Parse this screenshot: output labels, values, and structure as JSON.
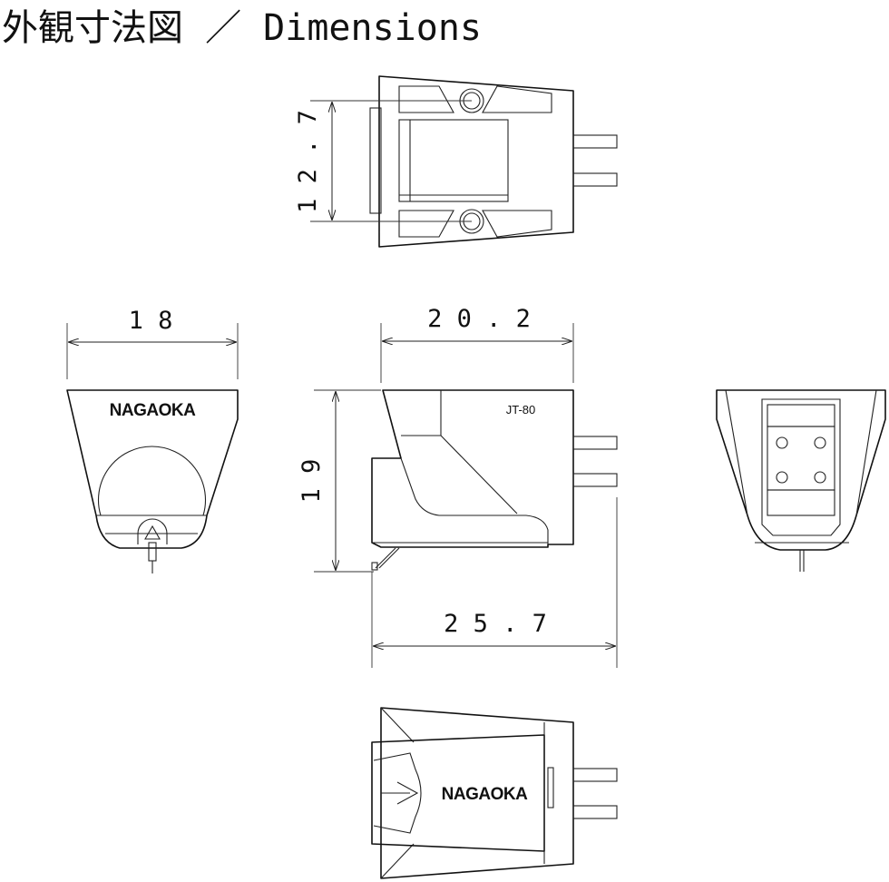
{
  "title": "外観寸法図 ／ Dimensions",
  "brand": "NAGAOKA",
  "model": "JT-80",
  "dimensions": {
    "top_height": "1 2 . 7",
    "front_width": "1 8",
    "side_length": "2 0 . 2",
    "side_height": "1 9",
    "overall_length": "2 5 . 7"
  }
}
